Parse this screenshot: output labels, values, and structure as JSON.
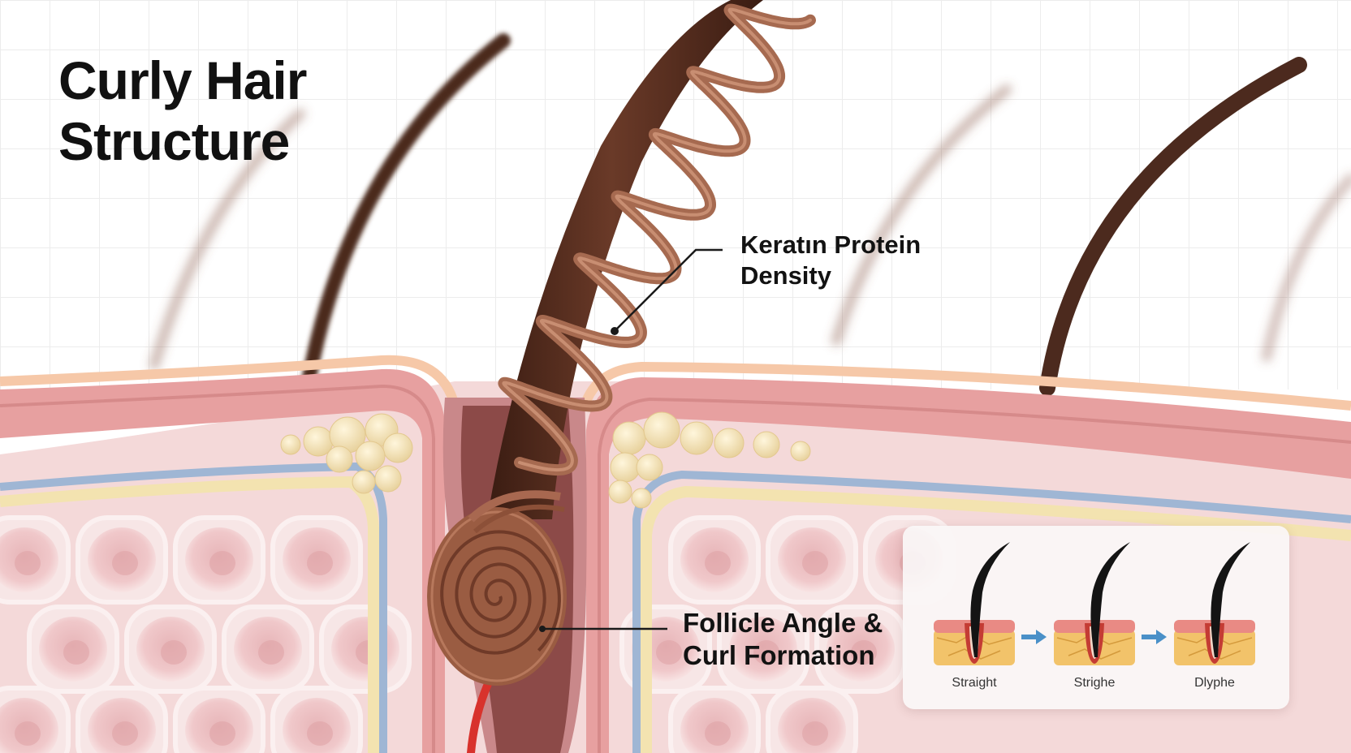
{
  "title": {
    "line1": "Curly Hair",
    "line2": "Structure"
  },
  "callouts": {
    "keratin": {
      "line1": "Keratın Protein",
      "line2": "Density"
    },
    "follicle": {
      "line1": "Follicle Angle &",
      "line2": "Curl Formation"
    }
  },
  "inset": {
    "items": [
      {
        "label": "Straight"
      },
      {
        "label": "Strighe"
      },
      {
        "label": "Dlyphe"
      }
    ]
  },
  "colors": {
    "skin_pink": "#e8a3a3",
    "dermis_cells": "#f3d3d3",
    "fat_yellow": "#f1e2b4",
    "vein_blue": "#9fb6d4",
    "hair_dark": "#4a271b",
    "curl_brown": "#9d5f45",
    "arrow_blue": "#4a90c8"
  }
}
